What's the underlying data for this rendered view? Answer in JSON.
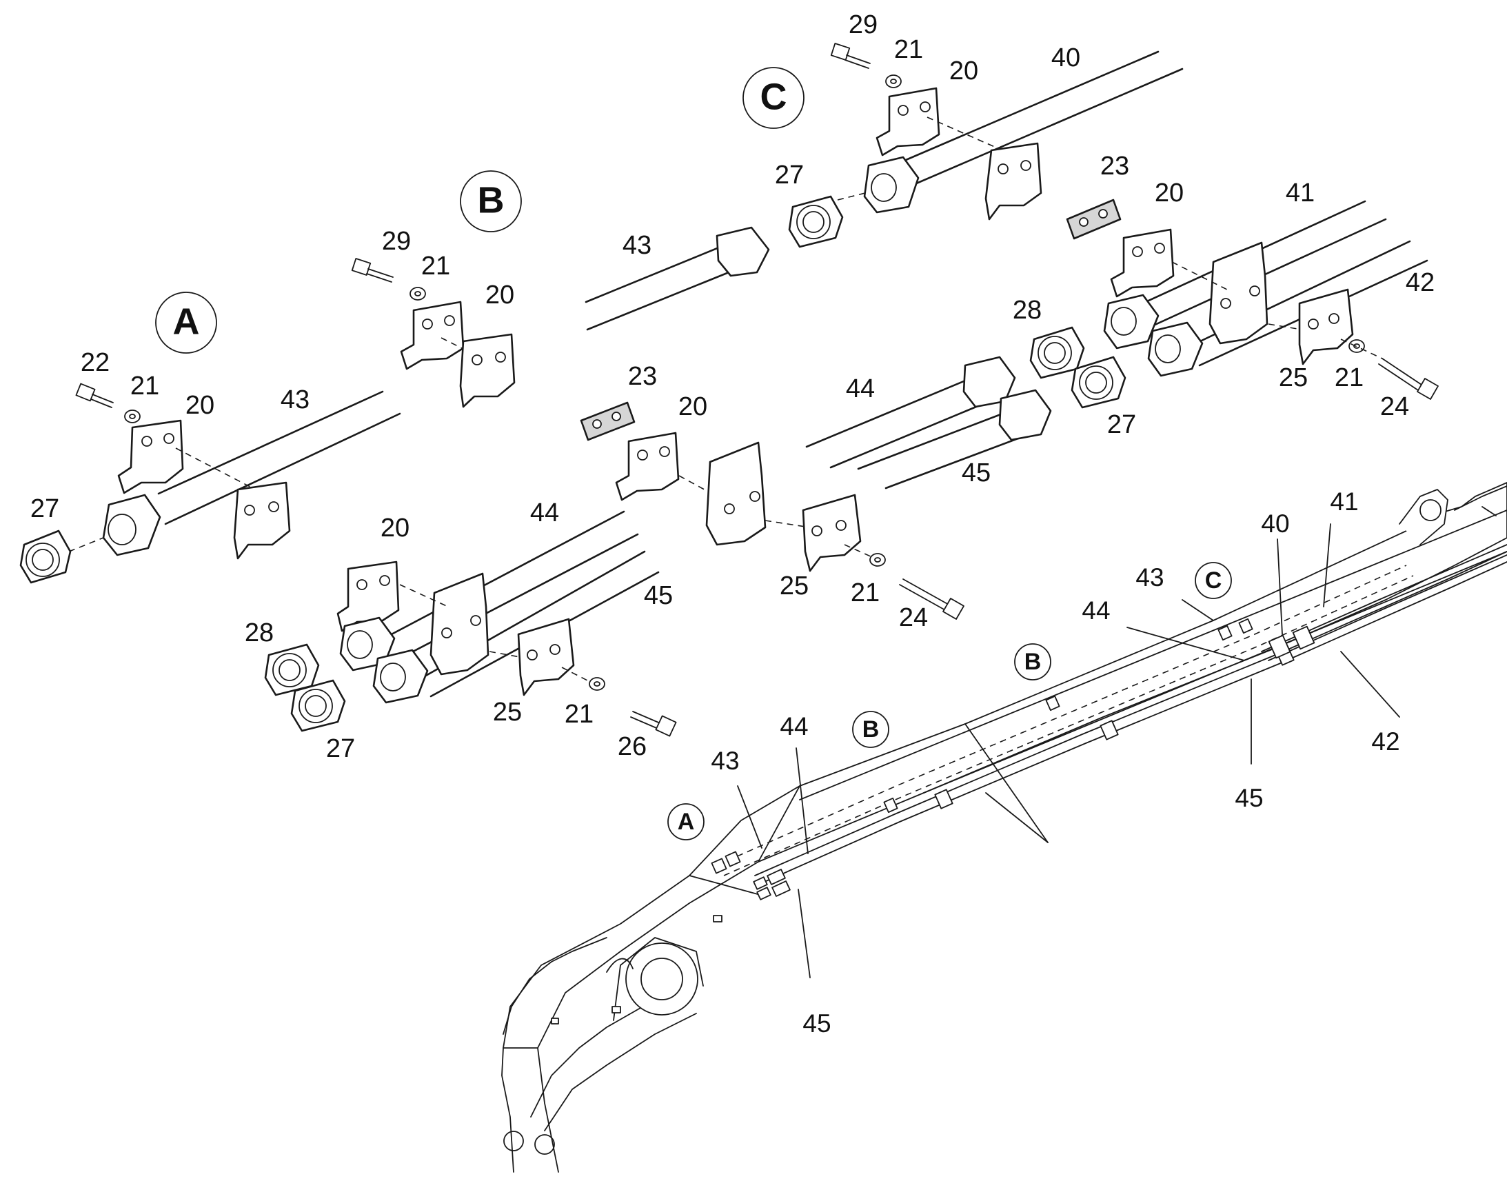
{
  "detail_callouts": {
    "A": "A",
    "B": "B",
    "C": "C"
  },
  "labels": {
    "d_a_22": "22",
    "d_a_21": "21",
    "d_a_20": "20",
    "d_a_43": "43",
    "d_a_27": "27",
    "d_b_29": "29",
    "d_b_21": "21",
    "d_b_20": "20",
    "d_c_29": "29",
    "d_c_21": "21",
    "d_c_20": "20",
    "d_c_40": "40",
    "d_c_27": "27",
    "d_c_43": "43",
    "d_r_23": "23",
    "d_r_20": "20",
    "d_r_41": "41",
    "d_r_42": "42",
    "d_r_28": "28",
    "d_r_44": "44",
    "d_r_27": "27",
    "d_r_45": "45",
    "d_r_25": "25",
    "d_r_21": "21",
    "d_r_24": "24",
    "d_m_23": "23",
    "d_m_20": "20",
    "d_m_25": "25",
    "d_m_21": "21",
    "d_m_24": "24",
    "d_l_20": "20",
    "d_l_44": "44",
    "d_l_45": "45",
    "d_l_28": "28",
    "d_l_27": "27",
    "d_l_25": "25",
    "d_l_21": "21",
    "d_l_26": "26",
    "boom_40": "40",
    "boom_41": "41",
    "boom_43": "43",
    "boom_44a": "44",
    "boom_42": "42",
    "boom_45a": "45",
    "boom_44b": "44",
    "boom_43b": "43",
    "boom_45b": "45"
  }
}
